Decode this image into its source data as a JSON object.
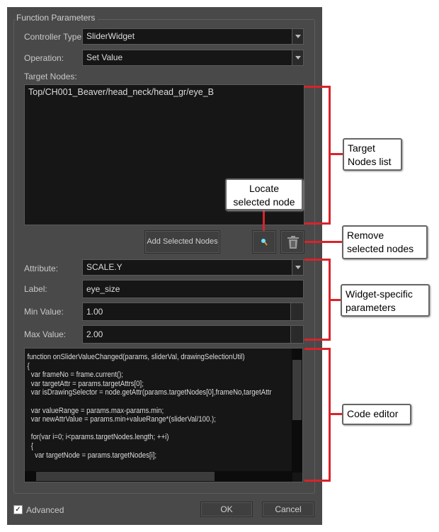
{
  "group_title": "Function Parameters",
  "controller_type": {
    "label": "Controller Type:",
    "value": "SliderWidget"
  },
  "operation": {
    "label": "Operation:",
    "value": "Set Value"
  },
  "target_nodes": {
    "label": "Target Nodes:",
    "items": [
      "Top/CH001_Beaver/head_neck/head_gr/eye_B"
    ]
  },
  "add_selected_label": "Add Selected Nodes",
  "attribute": {
    "label": "Attribute:",
    "value": "SCALE.Y"
  },
  "label_field": {
    "label": "Label:",
    "value": "eye_size"
  },
  "min_value": {
    "label": "Min Value:",
    "value": "1.00"
  },
  "max_value": {
    "label": "Max Value:",
    "value": "2.00"
  },
  "code": "function onSliderValueChanged(params, sliderVal, drawingSelectionUtil)\n{\n  var frameNo = frame.current();\n  var targetAttr = params.targetAttrs[0];\n  var isDrawingSelector = node.getAttr(params.targetNodes[0],frameNo,targetAttr\n\n  var valueRange = params.max-params.min;\n  var newAttrValue = params.min+valueRange*(sliderVal/100.);\n\n  for(var i=0; i<params.targetNodes.length; ++i)\n  {\n    var targetNode = params.targetNodes[i];",
  "advanced": {
    "label": "Advanced",
    "checked": true
  },
  "ok_label": "OK",
  "cancel_label": "Cancel",
  "callouts": {
    "target_nodes_list": "Target Nodes list",
    "locate": "Locate selected node",
    "remove": "Remove selected nodes",
    "widget": "Widget-specific parameters",
    "code_editor": "Code editor"
  },
  "accent_color": "#d9232a"
}
